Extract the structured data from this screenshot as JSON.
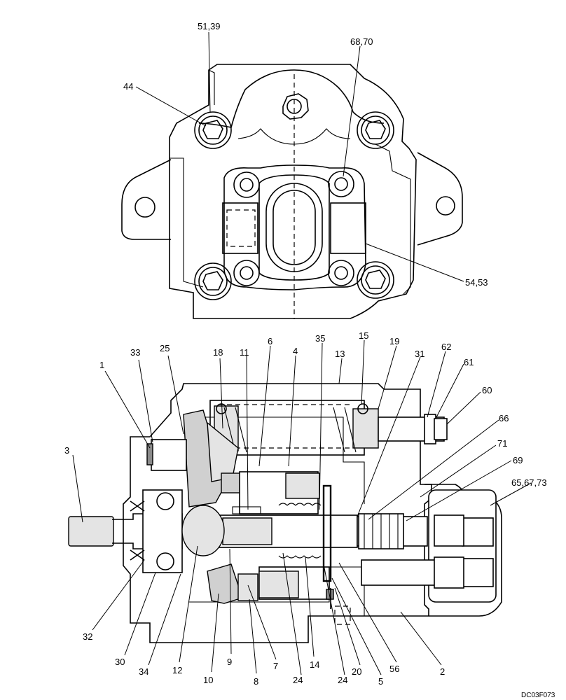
{
  "drawing_code": "DC03F073",
  "top_view_callouts": [
    "51,39",
    "68,70",
    "44",
    "54,53"
  ],
  "section_view_callouts": [
    "1",
    "33",
    "25",
    "18",
    "11",
    "6",
    "4",
    "35",
    "13",
    "15",
    "19",
    "31",
    "62",
    "61",
    "60",
    "66",
    "71",
    "69",
    "65,67,73",
    "3",
    "32",
    "30",
    "34",
    "12",
    "10",
    "9",
    "8",
    "7",
    "24",
    "14",
    "24",
    "20",
    "5",
    "56",
    "2"
  ]
}
